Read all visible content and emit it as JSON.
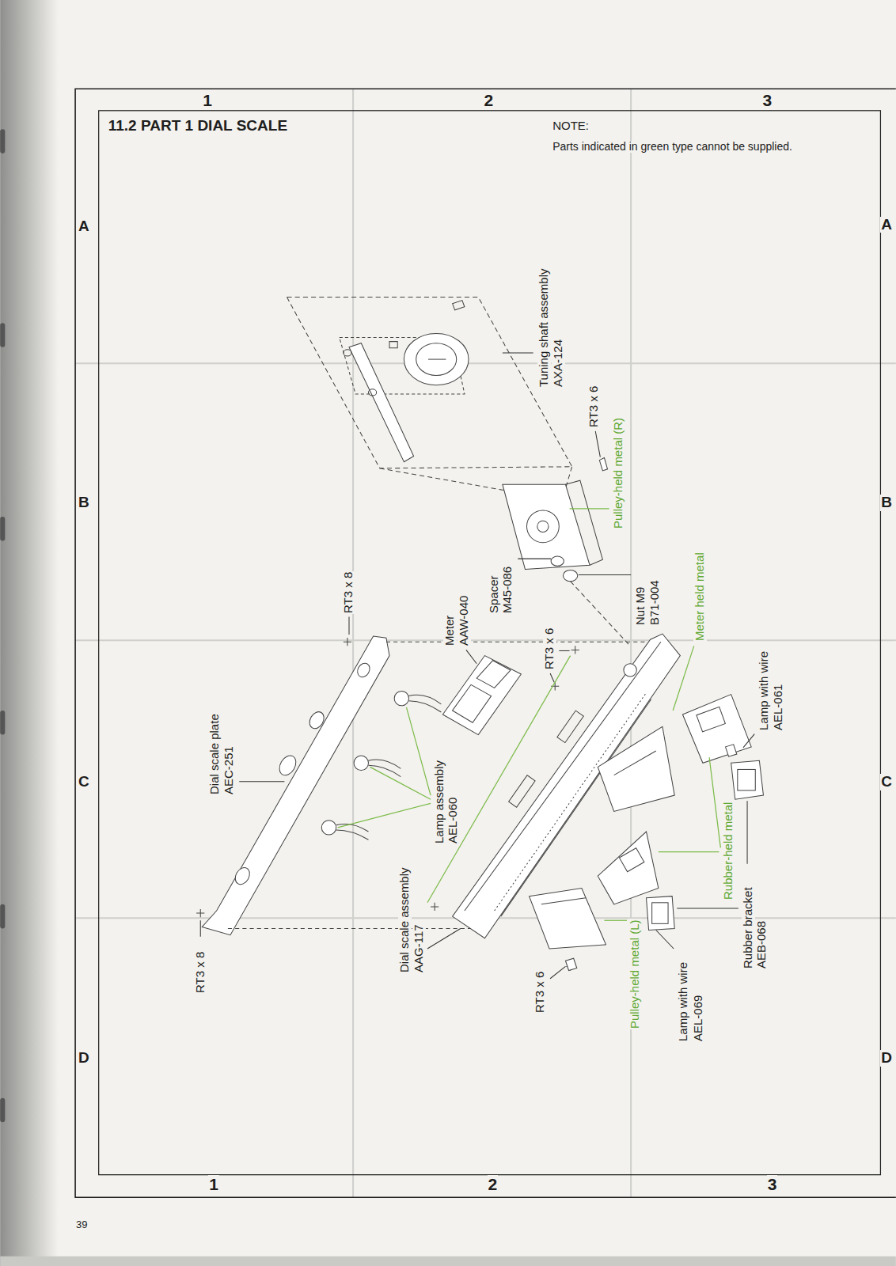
{
  "diagram": {
    "title": "11.2 PART 1 DIAL SCALE",
    "labels": [
      "1",
      "2",
      "3",
      "A",
      "A",
      "B",
      "B",
      "C",
      "C",
      "D",
      "D",
      "NOTE:",
      "Parts indicated in green type cannot be supplied.",
      "Tuning shaft assembly",
      "AXA-124",
      "RT3 x 6",
      "Pulley-held metal (R)",
      "RT3 x 8",
      "Meter",
      "AAW-040",
      "Spacer",
      "M45-086",
      "Nut M9",
      "B71-004",
      "RT3 x 6",
      "Meter held metal",
      "Lamp with wire",
      "AEL-061",
      "Dial scale plate",
      "AEC-251",
      "Lamp assembly",
      "AEL-060",
      "Rubber-held metal",
      "Dial scale assembly",
      "AAG-117",
      "RT3 x 8",
      "RT3 x 6",
      "Pulley-held metal (L)",
      "Lamp with wire",
      "AEL-069",
      "Rubber bracket",
      "AEB-068",
      "1",
      "2",
      "3",
      "39"
    ]
  }
}
